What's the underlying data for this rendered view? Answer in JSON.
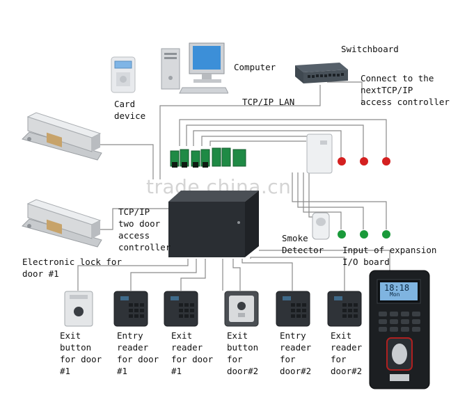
{
  "labels": {
    "computer": "Computer",
    "switchboard": "Switchboard",
    "card_device": "Card\ndevice",
    "lan": "TCP/IP LAN",
    "connect_next": "Connect to the\nnextTCP/IP\naccess controller",
    "controller": "TCP/IP\ntwo door\naccess\ncontroller",
    "lock": "Electronic lock for\ndoor #1",
    "smoke": "Smoke\nDetector",
    "expansion": "Input of expansion\nI/O board",
    "watermark": "trade.china.cn"
  },
  "bottom_devices": [
    {
      "label": "Exit\nbutton\nfor door\n#1"
    },
    {
      "label": "Entry\nreader\nfor door\n#1"
    },
    {
      "label": "Exit\nreader\nfor door\n#1"
    },
    {
      "label": "Exit\nbutton\nfor\ndoor#2"
    },
    {
      "label": "Entry\nreader\nfor\ndoor#2"
    },
    {
      "label": "Exit\nreader\nfor\ndoor#2"
    }
  ],
  "terminal_screen": {
    "line1": "18:18",
    "line2": "Mon"
  },
  "colors": {
    "wire": "#888888",
    "red_input": "#d42020",
    "green_input": "#1a9a3a",
    "controller_box": "#2a2e33"
  }
}
